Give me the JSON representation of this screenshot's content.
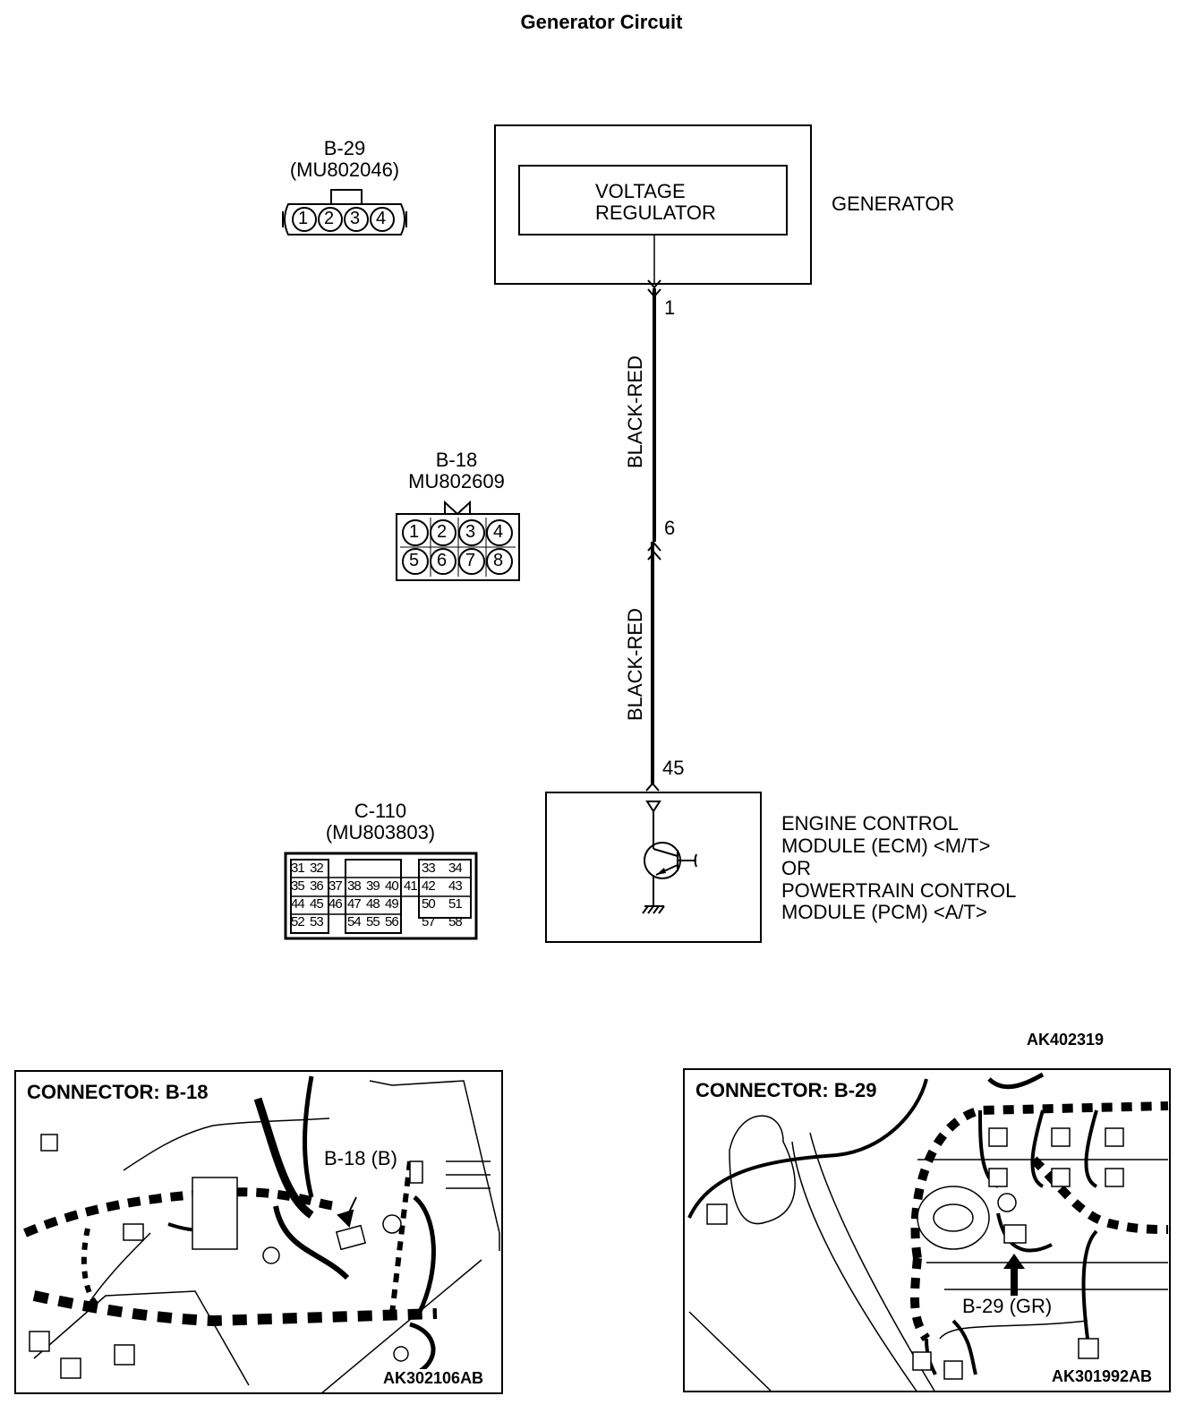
{
  "page": {
    "title": "Generator Circuit",
    "figure_id": "AK402319"
  },
  "components": {
    "generator": {
      "label": "GENERATOR",
      "inner_box_lines": [
        "VOLTAGE",
        "REGULATOR"
      ]
    },
    "ecm": {
      "label_lines": [
        "ENGINE CONTROL",
        "MODULE (ECM) <M/T>",
        "OR",
        "POWERTRAIN CONTROL",
        "MODULE (PCM) <A/T>"
      ]
    }
  },
  "wiring": {
    "terminals": {
      "generator_pin": "1",
      "intermediate_pin": "6",
      "ecm_pin": "45"
    },
    "wire_colors": [
      "BLACK-RED",
      "BLACK-RED"
    ]
  },
  "connectors": {
    "b29": {
      "name": "B-29",
      "part": "(MU802046)",
      "pins": [
        "1",
        "2",
        "3",
        "4"
      ]
    },
    "b18": {
      "name": "B-18",
      "part": "MU802609",
      "pins": [
        "1",
        "2",
        "3",
        "4",
        "5",
        "6",
        "7",
        "8"
      ]
    },
    "c110": {
      "name": "C-110",
      "part": "(MU803803)",
      "rows": [
        [
          "31",
          "32",
          "",
          "",
          "",
          "",
          "",
          "33",
          "34"
        ],
        [
          "35",
          "36",
          "37",
          "38",
          "39",
          "40",
          "41",
          "42",
          "43"
        ],
        [
          "44",
          "45",
          "46",
          "47",
          "48",
          "49",
          "",
          "50",
          "51"
        ],
        [
          "52",
          "53",
          "",
          "54",
          "55",
          "56",
          "",
          "57",
          "58"
        ]
      ]
    }
  },
  "photos": [
    {
      "title": "CONNECTOR: B-18",
      "callout": "B-18 (B)",
      "figure_id": "AK302106AB"
    },
    {
      "title": "CONNECTOR: B-29",
      "callout": "B-29 (GR)",
      "figure_id": "AK301992AB"
    }
  ]
}
